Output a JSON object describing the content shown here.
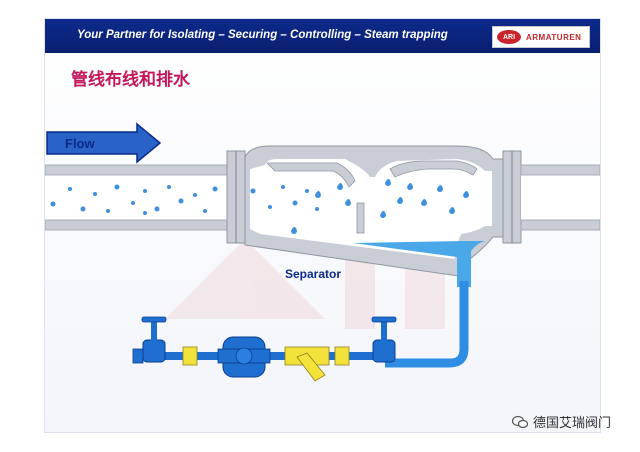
{
  "banner": {
    "tagline": "Your Partner for Isolating – Securing – Controlling – Steam trapping"
  },
  "logo": {
    "mark": "ARI",
    "wordmark": "ARMATUREN"
  },
  "title": "管线布线和排水",
  "labels": {
    "flow": "Flow",
    "separator": "Separator"
  },
  "watermark": {
    "text": "德国艾瑞阀门"
  },
  "colors": {
    "banner": "#0d2a8c",
    "title": "#c2185b",
    "pipe": "#c9cdd5",
    "water": "#4aa8e8",
    "valve": "#1f6fd1",
    "strainer": "#f2e23a",
    "logo_red": "#c9242b"
  },
  "icons": [
    "flow-arrow-icon",
    "gate-valve-icon",
    "steam-trap-icon",
    "strainer-icon",
    "wechat-icon"
  ]
}
